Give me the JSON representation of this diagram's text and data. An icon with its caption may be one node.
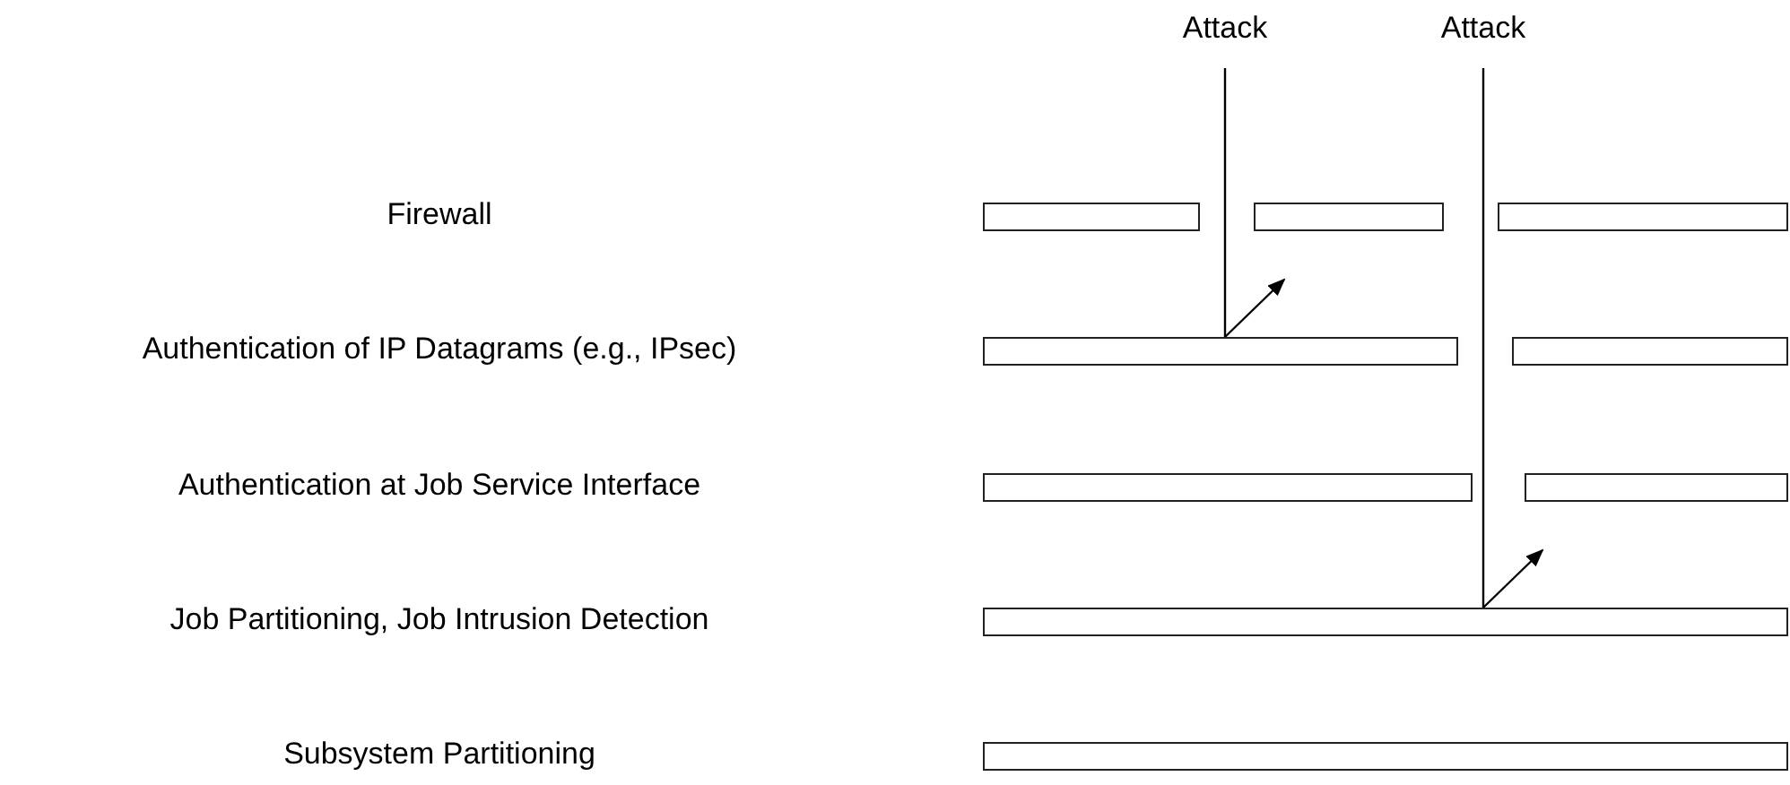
{
  "diagram": {
    "nodes": [
      {
        "text": [
          "Attack"
        ]
      },
      {
        "text": [
          "Attack"
        ]
      },
      {
        "text": [],
        "shape": "bar"
      },
      {
        "text": [],
        "shape": "bar"
      },
      {
        "text": [],
        "shape": "bar"
      },
      {
        "text": [],
        "shape": "bar"
      },
      {
        "text": [],
        "shape": "bar"
      },
      {
        "text": [],
        "shape": "bar"
      },
      {
        "text": [],
        "shape": "bar"
      },
      {
        "text": [],
        "shape": "bar"
      },
      {
        "text": [],
        "shape": "bar"
      }
    ],
    "edges": [
      {
        "from": 0,
        "to": 5,
        "arrow": "none"
      },
      {
        "from": 5,
        "to": null,
        "arrow": "to"
      },
      {
        "from": 1,
        "to": 9,
        "arrow": "none"
      },
      {
        "from": 9,
        "to": null,
        "arrow": "to"
      }
    ],
    "labels": [
      "Firewall",
      "Authentication of IP Datagrams (e.g., IPsec)",
      "Authentication at Job Service Interface",
      "Job Partitioning, Job Intrusion Detection",
      "Subsystem Partitioning"
    ]
  }
}
